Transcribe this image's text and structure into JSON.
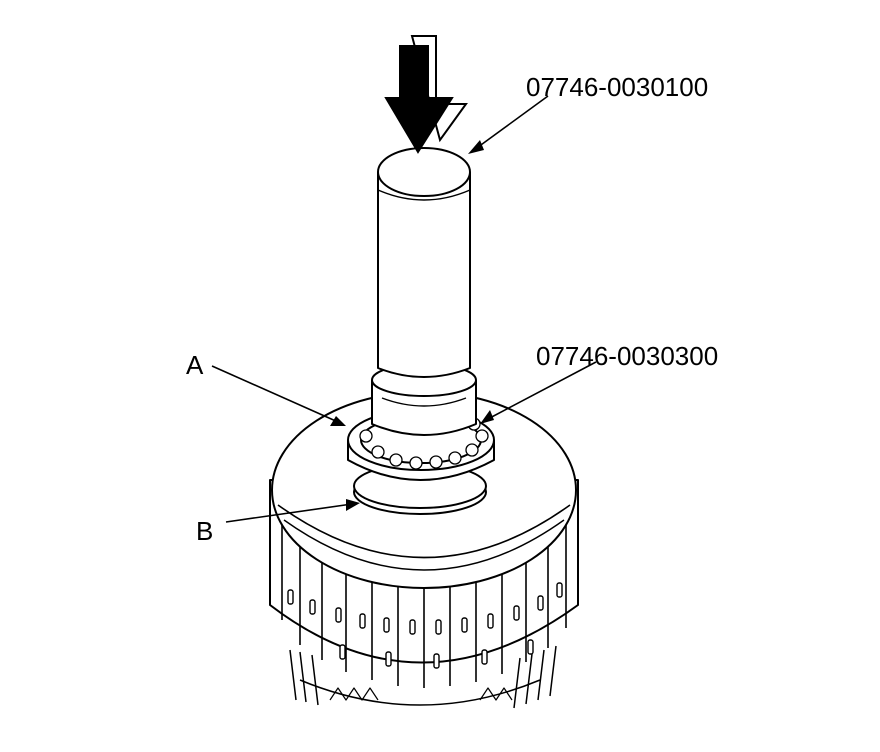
{
  "labels": {
    "tool_upper": "07746-0030100",
    "tool_lower": "07746-0030300",
    "part_a": "A",
    "part_b": "B"
  },
  "colors": {
    "line": "#000000",
    "fill": "#ffffff"
  }
}
